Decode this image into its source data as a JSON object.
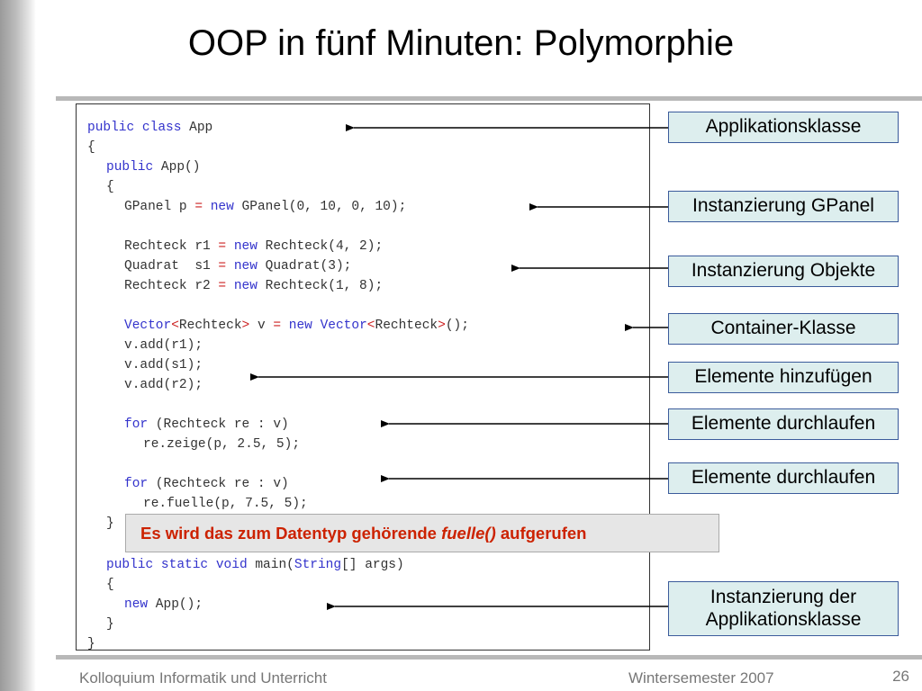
{
  "title": "OOP in fünf Minuten: Polymorphie",
  "code": {
    "l1_a": "public",
    "l1_b": "class",
    "l1_c": " App",
    "l2": "{",
    "l3_a": "public",
    "l3_b": " App()",
    "l4": "{",
    "l5_a": "GPanel p ",
    "l5_op": "=",
    "l5_new": "new",
    "l5_b": " GPanel(0, 10, 0, 10);",
    "l6_a": "Rechteck r1 ",
    "l6_op": "=",
    "l6_new": "new",
    "l6_b": " Rechteck(4, 2);",
    "l7_a": "Quadrat  s1 ",
    "l7_op": "=",
    "l7_new": "new",
    "l7_b": " Quadrat(3);",
    "l8_a": "Rechteck r2 ",
    "l8_op": "=",
    "l8_new": "new",
    "l8_b": " Rechteck(1, 8);",
    "l9_vec": "Vector",
    "l9_lt": "<",
    "l9_rt": "Rechteck",
    "l9_gt": ">",
    "l9_v": " v ",
    "l9_op": "=",
    "l9_new": "new",
    "l9_vec2": "Vector",
    "l9_lt2": "<",
    "l9_rt2": "Rechteck",
    "l9_gt2": ">",
    "l9_end": "();",
    "l10": "v.add(r1);",
    "l11": "v.add(s1);",
    "l12": "v.add(r2);",
    "l13_for": "for",
    "l13_b": " (Rechteck re : v)",
    "l14": "re.zeige(p, 2.5, 5);",
    "l15_for": "for",
    "l15_b": " (Rechteck re : v)",
    "l16": "re.fuelle(p, 7.5, 5);",
    "l17": "}",
    "l18_a": "public",
    "l18_b": "static",
    "l18_c": "void",
    "l18_d": " main(",
    "l18_e": "String",
    "l18_f": "[] args)",
    "l19": "{",
    "l20_new": "new",
    "l20_b": " App();",
    "l21": "}",
    "l22": "}"
  },
  "labels": {
    "applikationsklasse": "Applikationsklasse",
    "instanzierung_gpanel": "Instanzierung GPanel",
    "instanzierung_objekte": "Instanzierung Objekte",
    "container_klasse": "Container-Klasse",
    "elemente_hinzufuegen": "Elemente hinzufügen",
    "elemente_durchlaufen_1": "Elemente durchlaufen",
    "elemente_durchlaufen_2": "Elemente durchlaufen",
    "instanzierung_app_1": "Instanzierung der",
    "instanzierung_app_2": "Applikationsklasse"
  },
  "callout": {
    "prefix": "Es wird das zum Datentyp gehörende ",
    "method": "fuelle()",
    "suffix": " aufgerufen"
  },
  "footer": {
    "left": "Kolloquium Informatik und Unterricht",
    "center": "Wintersemester 2007",
    "page": "26"
  },
  "colors": {
    "keyword": "#3333cc",
    "operator": "#cc2222",
    "callout_text": "#cc2200",
    "label_fill": "#ddeeee",
    "label_border": "#3b5b9b"
  }
}
